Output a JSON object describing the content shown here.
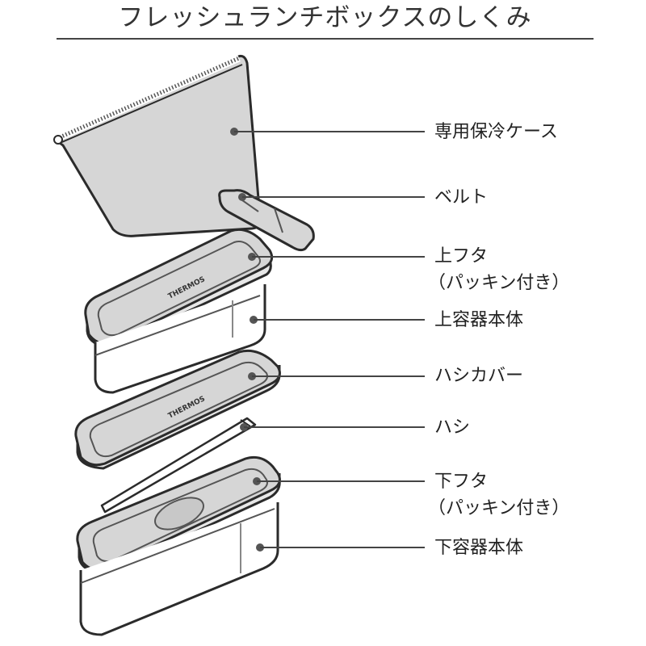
{
  "title": "フレッシュランチボックスのしくみ",
  "brand": "THERMOS",
  "parts": [
    {
      "lines": [
        "専用保冷ケース"
      ]
    },
    {
      "lines": [
        "ベルト"
      ]
    },
    {
      "lines": [
        "上フタ",
        "（パッキン付き）"
      ]
    },
    {
      "lines": [
        "上容器本体"
      ]
    },
    {
      "lines": [
        "ハシカバー"
      ]
    },
    {
      "lines": [
        "ハシ"
      ]
    },
    {
      "lines": [
        "下フタ",
        "（パッキン付き）"
      ]
    },
    {
      "lines": [
        "下容器本体"
      ]
    }
  ],
  "colors": {
    "outline": "#2b2b2b",
    "fill_gray": "#d6d6d6",
    "leader": "#444444",
    "dot": "#555555"
  }
}
